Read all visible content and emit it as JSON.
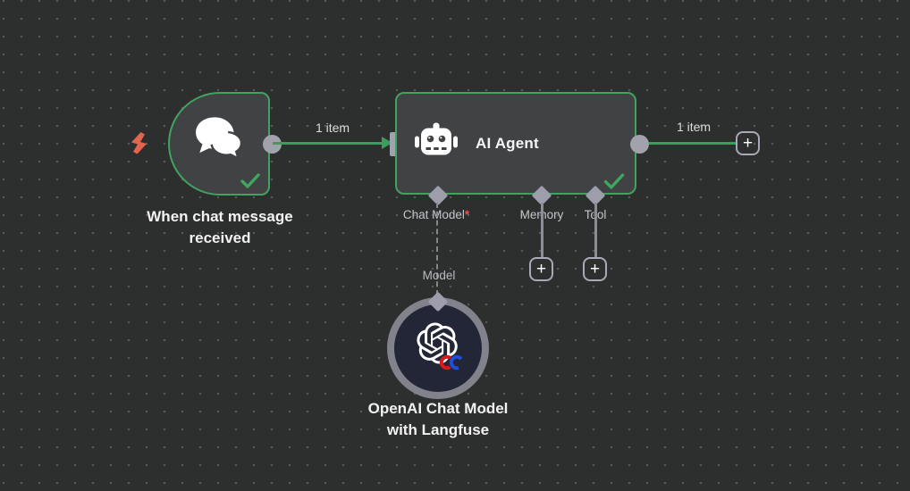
{
  "colors": {
    "canvas_bg": "#2d2e2e",
    "node_bg": "#404244",
    "node_border_green": "#42a361",
    "connection_green": "#3a9e5f",
    "connector_gray": "#9d9dab",
    "required_red": "#e0524d",
    "trigger_bolt_red": "#e2654e",
    "model_node_bg": "#232637",
    "model_node_ring": "#82828c"
  },
  "nodes": {
    "trigger": {
      "label": "When chat message received",
      "status": "success"
    },
    "agent": {
      "title": "AI Agent",
      "status": "success",
      "required_marker": "*",
      "ports": [
        {
          "label": "Chat Model",
          "required": true
        },
        {
          "label": "Memory",
          "required": false
        },
        {
          "label": "Tool",
          "required": false
        }
      ]
    },
    "model": {
      "label_line1": "OpenAI Chat Model",
      "label_line2": "with Langfuse"
    }
  },
  "connections": {
    "trigger_to_agent_label": "1 item",
    "agent_output_label": "1 item",
    "model_port_label": "Model"
  },
  "ui": {
    "plus_label": "+"
  }
}
